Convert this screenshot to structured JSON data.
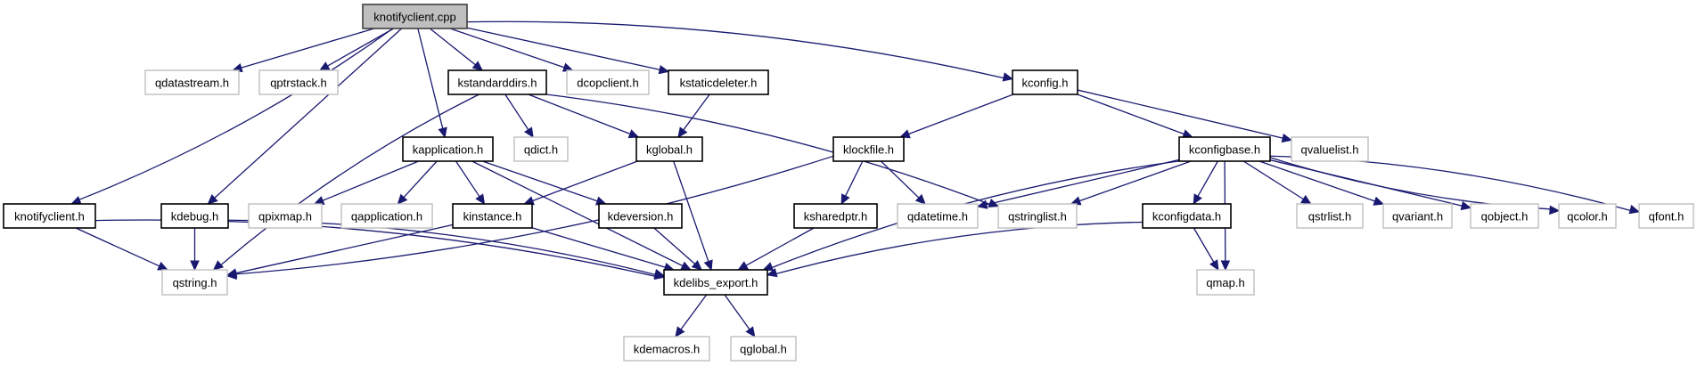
{
  "diagram": {
    "title": "knotifyclient.cpp include dependency graph",
    "colors": {
      "edge": "#191970",
      "root_fill": "#bfbfbf",
      "documented_border": "#000000",
      "external_border": "#bfbfbf"
    },
    "nodes": [
      {
        "id": "knotifyclient_cpp",
        "label": "knotifyclient.cpp",
        "kind": "root"
      },
      {
        "id": "qdatastream_h",
        "label": "qdatastream.h",
        "kind": "ext"
      },
      {
        "id": "qptrstack_h",
        "label": "qptrstack.h",
        "kind": "ext"
      },
      {
        "id": "kstandarddirs_h",
        "label": "kstandarddirs.h",
        "kind": "doc"
      },
      {
        "id": "dcopclient_h",
        "label": "dcopclient.h",
        "kind": "ext"
      },
      {
        "id": "kstaticdeleter_h",
        "label": "kstaticdeleter.h",
        "kind": "doc"
      },
      {
        "id": "kconfig_h",
        "label": "kconfig.h",
        "kind": "doc"
      },
      {
        "id": "kapplication_h",
        "label": "kapplication.h",
        "kind": "doc"
      },
      {
        "id": "qdict_h",
        "label": "qdict.h",
        "kind": "ext"
      },
      {
        "id": "kglobal_h",
        "label": "kglobal.h",
        "kind": "doc"
      },
      {
        "id": "klockfile_h",
        "label": "klockfile.h",
        "kind": "doc"
      },
      {
        "id": "kconfigbase_h",
        "label": "kconfigbase.h",
        "kind": "doc"
      },
      {
        "id": "qvaluelist_h",
        "label": "qvaluelist.h",
        "kind": "ext"
      },
      {
        "id": "knotifyclient_h",
        "label": "knotifyclient.h",
        "kind": "doc"
      },
      {
        "id": "kdebug_h",
        "label": "kdebug.h",
        "kind": "doc"
      },
      {
        "id": "qpixmap_h",
        "label": "qpixmap.h",
        "kind": "ext"
      },
      {
        "id": "qapplication_h",
        "label": "qapplication.h",
        "kind": "ext"
      },
      {
        "id": "kinstance_h",
        "label": "kinstance.h",
        "kind": "doc"
      },
      {
        "id": "kdeversion_h",
        "label": "kdeversion.h",
        "kind": "doc"
      },
      {
        "id": "ksharedptr_h",
        "label": "ksharedptr.h",
        "kind": "doc"
      },
      {
        "id": "qdatetime_h",
        "label": "qdatetime.h",
        "kind": "ext"
      },
      {
        "id": "qstringlist_h",
        "label": "qstringlist.h",
        "kind": "ext"
      },
      {
        "id": "kconfigdata_h",
        "label": "kconfigdata.h",
        "kind": "doc"
      },
      {
        "id": "qstrlist_h",
        "label": "qstrlist.h",
        "kind": "ext"
      },
      {
        "id": "qvariant_h",
        "label": "qvariant.h",
        "kind": "ext"
      },
      {
        "id": "qobject_h",
        "label": "qobject.h",
        "kind": "ext"
      },
      {
        "id": "qcolor_h",
        "label": "qcolor.h",
        "kind": "ext"
      },
      {
        "id": "qfont_h",
        "label": "qfont.h",
        "kind": "ext"
      },
      {
        "id": "qstring_h",
        "label": "qstring.h",
        "kind": "ext"
      },
      {
        "id": "kdelibs_export_h",
        "label": "kdelibs_export.h",
        "kind": "doc"
      },
      {
        "id": "qmap_h",
        "label": "qmap.h",
        "kind": "ext"
      },
      {
        "id": "kdemacros_h",
        "label": "kdemacros.h",
        "kind": "ext"
      },
      {
        "id": "qglobal_h",
        "label": "qglobal.h",
        "kind": "ext"
      }
    ],
    "edges": [
      {
        "from": "knotifyclient_cpp",
        "to": "knotifyclient_h"
      },
      {
        "from": "knotifyclient_cpp",
        "to": "qdatastream_h"
      },
      {
        "from": "knotifyclient_cpp",
        "to": "qptrstack_h"
      },
      {
        "from": "knotifyclient_cpp",
        "to": "kdebug_h"
      },
      {
        "from": "knotifyclient_cpp",
        "to": "kapplication_h"
      },
      {
        "from": "knotifyclient_cpp",
        "to": "kstandarddirs_h"
      },
      {
        "from": "knotifyclient_cpp",
        "to": "dcopclient_h"
      },
      {
        "from": "knotifyclient_cpp",
        "to": "kstaticdeleter_h"
      },
      {
        "from": "knotifyclient_cpp",
        "to": "kconfig_h"
      },
      {
        "from": "kstandarddirs_h",
        "to": "qstring_h"
      },
      {
        "from": "kstandarddirs_h",
        "to": "qdict_h"
      },
      {
        "from": "kstandarddirs_h",
        "to": "kglobal_h"
      },
      {
        "from": "kstandarddirs_h",
        "to": "qstringlist_h"
      },
      {
        "from": "kstaticdeleter_h",
        "to": "kglobal_h"
      },
      {
        "from": "kconfig_h",
        "to": "klockfile_h"
      },
      {
        "from": "kconfig_h",
        "to": "kconfigbase_h"
      },
      {
        "from": "kconfig_h",
        "to": "qvaluelist_h"
      },
      {
        "from": "kapplication_h",
        "to": "qpixmap_h"
      },
      {
        "from": "kapplication_h",
        "to": "qapplication_h"
      },
      {
        "from": "kapplication_h",
        "to": "kinstance_h"
      },
      {
        "from": "kapplication_h",
        "to": "kdeversion_h"
      },
      {
        "from": "kapplication_h",
        "to": "kdelibs_export_h"
      },
      {
        "from": "kglobal_h",
        "to": "kinstance_h"
      },
      {
        "from": "kglobal_h",
        "to": "kdelibs_export_h"
      },
      {
        "from": "klockfile_h",
        "to": "qstring_h"
      },
      {
        "from": "klockfile_h",
        "to": "ksharedptr_h"
      },
      {
        "from": "klockfile_h",
        "to": "qdatetime_h"
      },
      {
        "from": "kconfigbase_h",
        "to": "qdatetime_h"
      },
      {
        "from": "kconfigbase_h",
        "to": "qstringlist_h"
      },
      {
        "from": "kconfigbase_h",
        "to": "kdelibs_export_h"
      },
      {
        "from": "kconfigbase_h",
        "to": "kconfigdata_h"
      },
      {
        "from": "kconfigbase_h",
        "to": "qmap_h"
      },
      {
        "from": "kconfigbase_h",
        "to": "qstrlist_h"
      },
      {
        "from": "kconfigbase_h",
        "to": "qvariant_h"
      },
      {
        "from": "kconfigbase_h",
        "to": "qobject_h"
      },
      {
        "from": "kconfigbase_h",
        "to": "qcolor_h"
      },
      {
        "from": "kconfigbase_h",
        "to": "qfont_h"
      },
      {
        "from": "knotifyclient_h",
        "to": "qstring_h"
      },
      {
        "from": "knotifyclient_h",
        "to": "kdelibs_export_h"
      },
      {
        "from": "kdebug_h",
        "to": "qstring_h"
      },
      {
        "from": "kdebug_h",
        "to": "kdelibs_export_h"
      },
      {
        "from": "kinstance_h",
        "to": "qstring_h"
      },
      {
        "from": "kinstance_h",
        "to": "kdelibs_export_h"
      },
      {
        "from": "kdeversion_h",
        "to": "kdelibs_export_h"
      },
      {
        "from": "ksharedptr_h",
        "to": "kdelibs_export_h"
      },
      {
        "from": "kconfigdata_h",
        "to": "kdelibs_export_h"
      },
      {
        "from": "kconfigdata_h",
        "to": "qmap_h"
      },
      {
        "from": "kdelibs_export_h",
        "to": "kdemacros_h"
      },
      {
        "from": "kdelibs_export_h",
        "to": "qglobal_h"
      }
    ]
  }
}
